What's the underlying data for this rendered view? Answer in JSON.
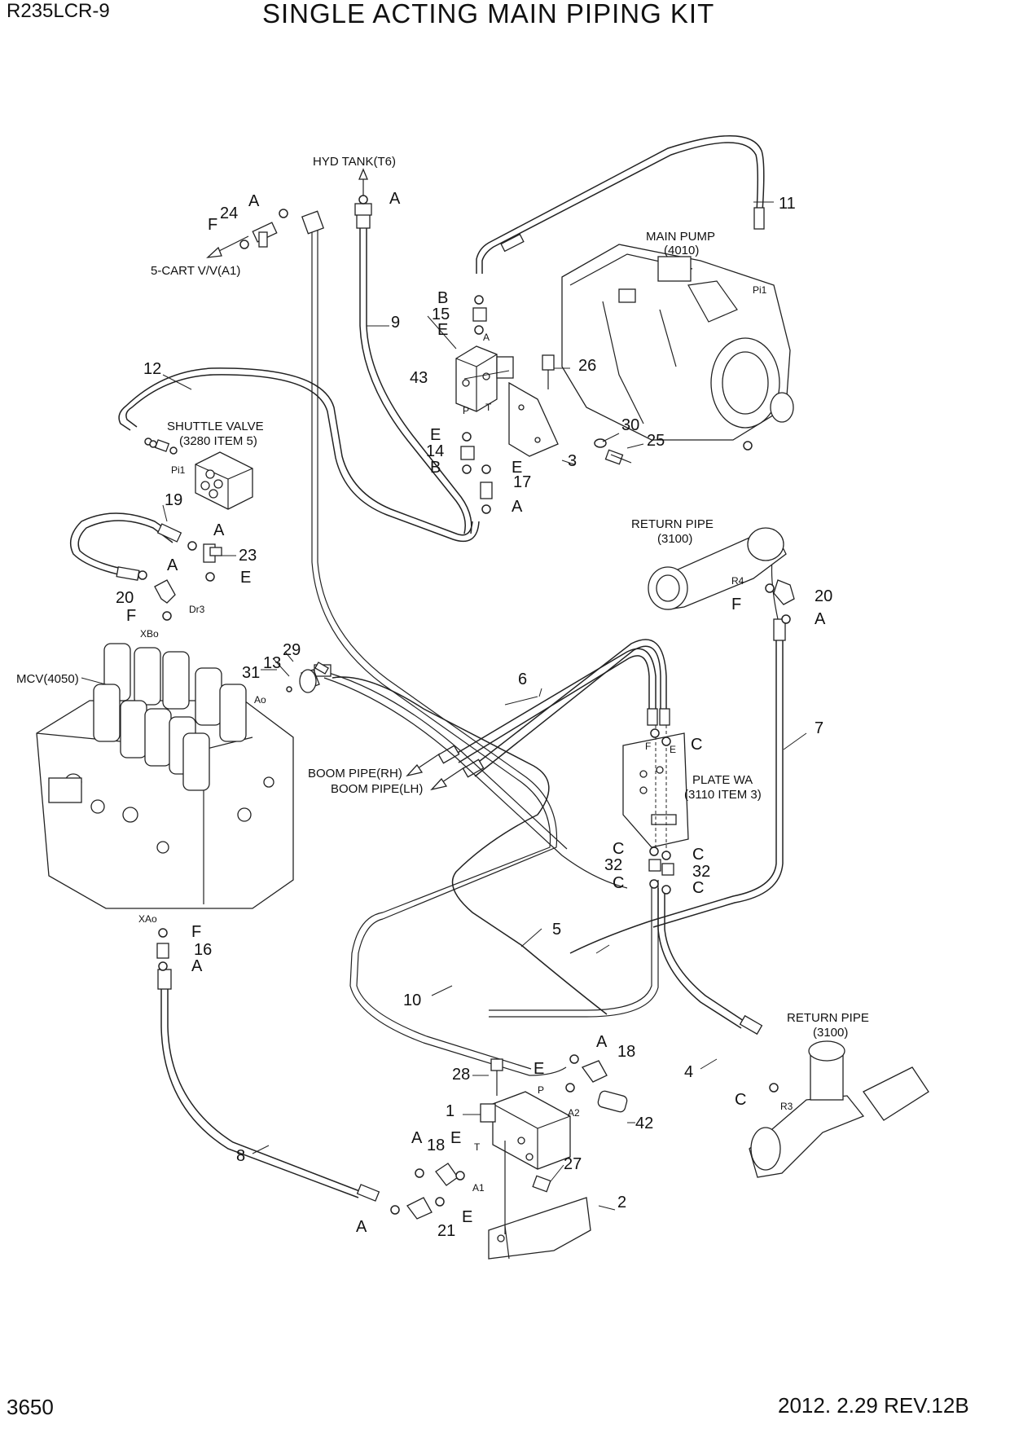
{
  "header": {
    "model": "R235LCR-9",
    "title": "SINGLE ACTING MAIN PIPING KIT"
  },
  "footer": {
    "page_number": "3650",
    "revision": "2012. 2.29  REV.12B"
  },
  "components": {
    "hyd_tank": "HYD TANK(T6)",
    "main_pump": "MAIN PUMP",
    "main_pump_ref": "(4010)",
    "cart_valve": "5-CART V/V(A1)",
    "shuttle_valve": "SHUTTLE VALVE",
    "shuttle_valve_ref": "(3280 ITEM 5)",
    "return_pipe_upper": "RETURN PIPE",
    "return_pipe_upper_ref": "(3100)",
    "mcv": "MCV(4050)",
    "boom_pipe_rh": "BOOM PIPE(RH)",
    "boom_pipe_lh": "BOOM PIPE(LH)",
    "plate_wa": "PLATE WA",
    "plate_wa_ref": "(3110 ITEM 3)",
    "return_pipe_lower": "RETURN PIPE",
    "return_pipe_lower_ref": "(3100)"
  },
  "ports": {
    "pi1_pump": "Pi1",
    "pi1_shuttle": "Pi1",
    "dr3": "Dr3",
    "xbo": "XBo",
    "xao": "XAo",
    "ao": "Ao",
    "r4": "R4",
    "r3": "R3",
    "a_valve": "A",
    "p_valve": "P",
    "t_valve": "T",
    "f_plate": "F",
    "e_plate": "E",
    "p_lower": "P",
    "a2": "A2",
    "t_lower": "T",
    "a1": "A1"
  },
  "callouts": {
    "c1": "1",
    "c2": "2",
    "c3": "3",
    "c4": "4",
    "c5": "5",
    "c6": "6",
    "c7": "7",
    "c8": "8",
    "c9": "9",
    "c10": "10",
    "c11": "11",
    "c12": "12",
    "c13": "13",
    "c14": "14",
    "c15": "15",
    "c16": "16",
    "c17": "17",
    "c18a": "18",
    "c18b": "18",
    "c19": "19",
    "c20a": "20",
    "c20b": "20",
    "c21": "21",
    "c23": "23",
    "c24": "24",
    "c25": "25",
    "c26": "26",
    "c27": "27",
    "c28": "28",
    "c29": "29",
    "c30": "30",
    "c31": "31",
    "c32a": "32",
    "c32b": "32",
    "c42": "42",
    "c43": "43"
  },
  "letters": {
    "a_tank": "A",
    "a_24": "A",
    "f_24": "F",
    "b_15": "B",
    "e_15": "E",
    "e_14": "E",
    "b_14": "B",
    "e_17": "E",
    "a_17": "A",
    "a_23": "A",
    "e_23": "E",
    "a_20l": "A",
    "f_20l": "F",
    "f_20r": "F",
    "a_20r": "A",
    "c_plate1": "C",
    "c_plate2": "C",
    "c_plate3": "C",
    "c_plate4": "C",
    "c_plate5": "C",
    "f_16": "F",
    "a_16": "A",
    "a_18r": "A",
    "e_18r": "E",
    "a_18l": "A",
    "e_18l": "E",
    "a_21": "A",
    "e_21": "E",
    "c_4": "C"
  },
  "colors": {
    "ink": "#111111",
    "paper": "#ffffff"
  }
}
